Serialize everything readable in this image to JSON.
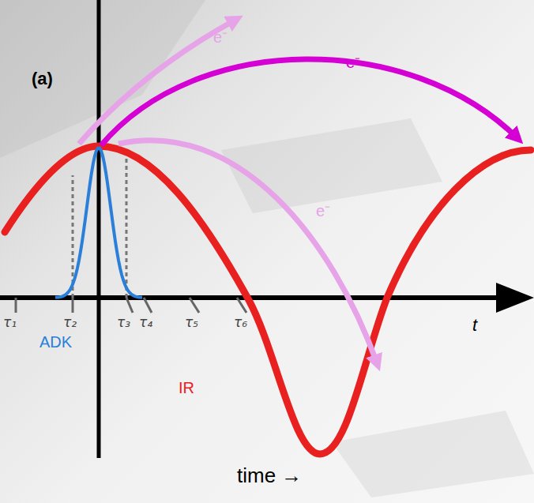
{
  "diagram": {
    "labels": [
      "(a)",
      "e⁻",
      "e⁻",
      "e⁻",
      "τ₁",
      "τ₂",
      "τ₃",
      "τ₄",
      "τ₅",
      "τ₆",
      "ADK",
      "IR",
      "t",
      "time →"
    ]
  }
}
